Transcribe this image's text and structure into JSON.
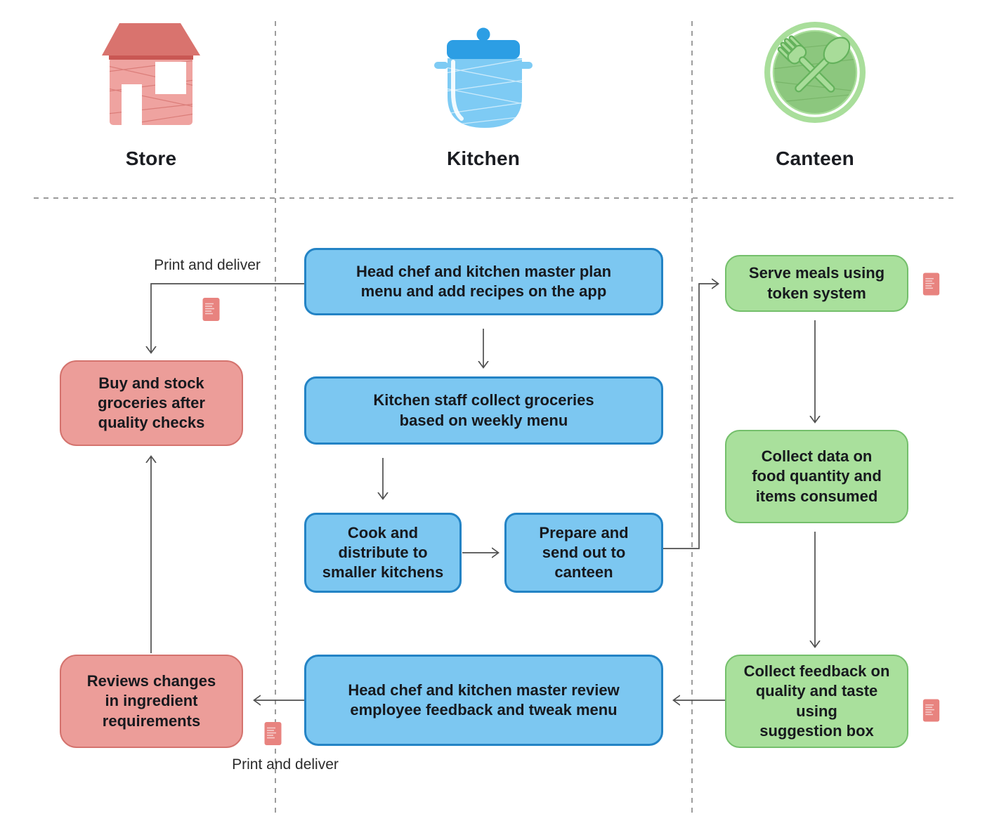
{
  "title": "Canteen workflow across Store, Kitchen and Canteen",
  "lanes": [
    {
      "label": "Store",
      "icon": "house-icon"
    },
    {
      "label": "Kitchen",
      "icon": "cooking-pot-icon"
    },
    {
      "label": "Canteen",
      "icon": "plate-cutlery-icon"
    }
  ],
  "nodes": {
    "plan_menu": {
      "lane": "Kitchen",
      "color": "blue",
      "label": "Head chef and kitchen master plan\nmenu and add recipes on the app"
    },
    "collect_groceries": {
      "lane": "Kitchen",
      "color": "blue",
      "label": "Kitchen staff collect groceries\nbased on weekly menu"
    },
    "cook_distribute": {
      "lane": "Kitchen",
      "color": "blue",
      "label": "Cook and\ndistribute to\nsmaller kitchens"
    },
    "prepare_send": {
      "lane": "Kitchen",
      "color": "blue",
      "label": "Prepare and\nsend out to\ncanteen"
    },
    "review_feedback": {
      "lane": "Kitchen",
      "color": "blue",
      "label": "Head chef and kitchen master review\nemployee feedback and tweak menu"
    },
    "buy_stock": {
      "lane": "Store",
      "color": "red",
      "label": "Buy and stock\ngroceries after\nquality checks"
    },
    "reviews_changes": {
      "lane": "Store",
      "color": "red",
      "label": "Reviews changes\nin ingredient\nrequirements"
    },
    "serve_meals": {
      "lane": "Canteen",
      "color": "green",
      "label": "Serve meals using\ntoken system"
    },
    "collect_data": {
      "lane": "Canteen",
      "color": "green",
      "label": "Collect data on\nfood quantity and\nitems consumed"
    },
    "collect_feedback": {
      "lane": "Canteen",
      "color": "green",
      "label": "Collect feedback on\nquality and taste using\nsuggestion box"
    }
  },
  "annotations": {
    "print_deliver_top": "Print and deliver",
    "print_deliver_bottom": "Print and deliver"
  },
  "edges": [
    {
      "from": "plan_menu",
      "to": "buy_stock",
      "label": "Print and deliver"
    },
    {
      "from": "plan_menu",
      "to": "collect_groceries"
    },
    {
      "from": "collect_groceries",
      "to": "cook_distribute"
    },
    {
      "from": "cook_distribute",
      "to": "prepare_send"
    },
    {
      "from": "prepare_send",
      "to": "serve_meals"
    },
    {
      "from": "serve_meals",
      "to": "collect_data"
    },
    {
      "from": "collect_data",
      "to": "collect_feedback"
    },
    {
      "from": "collect_feedback",
      "to": "review_feedback"
    },
    {
      "from": "review_feedback",
      "to": "reviews_changes",
      "label": "Print and deliver"
    },
    {
      "from": "reviews_changes",
      "to": "buy_stock"
    }
  ],
  "colors": {
    "blue_fill": "#7cc7f1",
    "blue_border": "#2383c5",
    "green_fill": "#a9e09c",
    "green_border": "#74bf6b",
    "red_fill": "#ec9d99",
    "red_border": "#d4736e",
    "document_icon": "#e8837f",
    "arrow": "#4f4f4f",
    "lane_divider": "#8c8c8c",
    "text": "#17191e"
  }
}
